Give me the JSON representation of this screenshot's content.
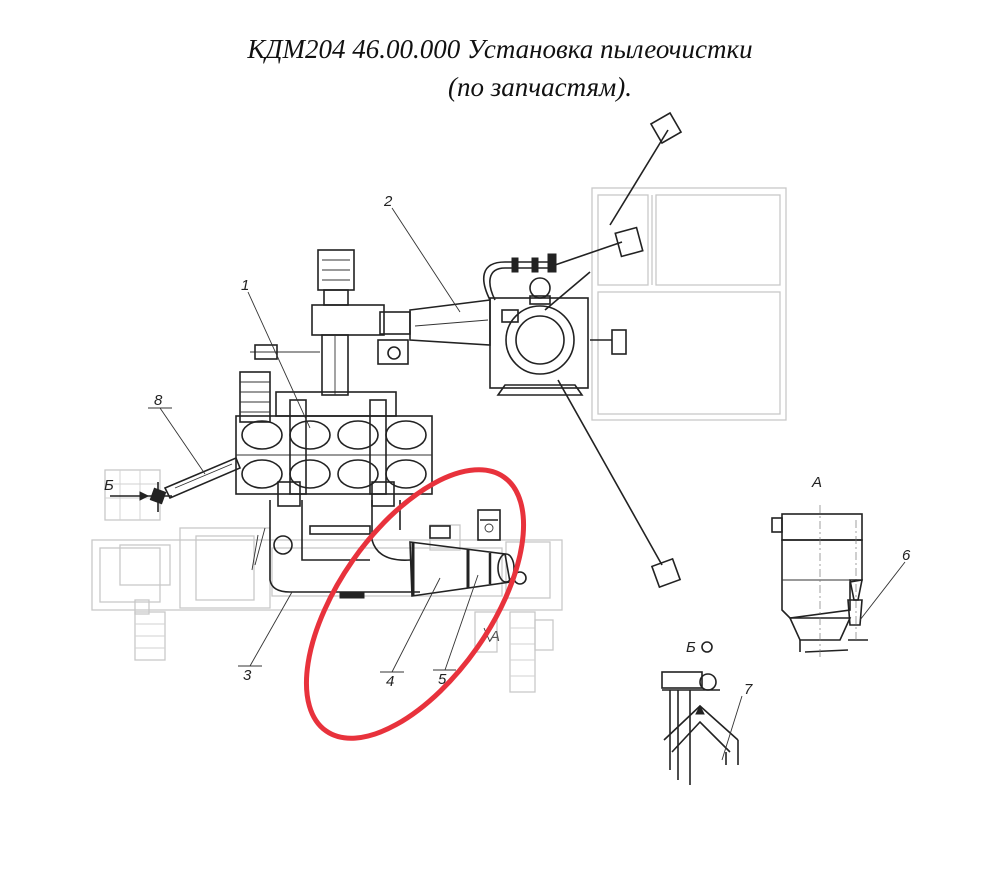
{
  "title": {
    "line1": "КДМ204 46.00.000 Установка пылеочистки",
    "line2": "(по запчастям)."
  },
  "callouts": [
    "1",
    "2",
    "3",
    "4",
    "5",
    "6",
    "7",
    "8"
  ],
  "view_labels": {
    "view_a": "А",
    "view_b": "Б",
    "arrow_b": "Б",
    "arrow_a": "А"
  },
  "colors": {
    "highlight": "#e8323c",
    "line": "#222222",
    "faded": "#c8c8c8"
  }
}
